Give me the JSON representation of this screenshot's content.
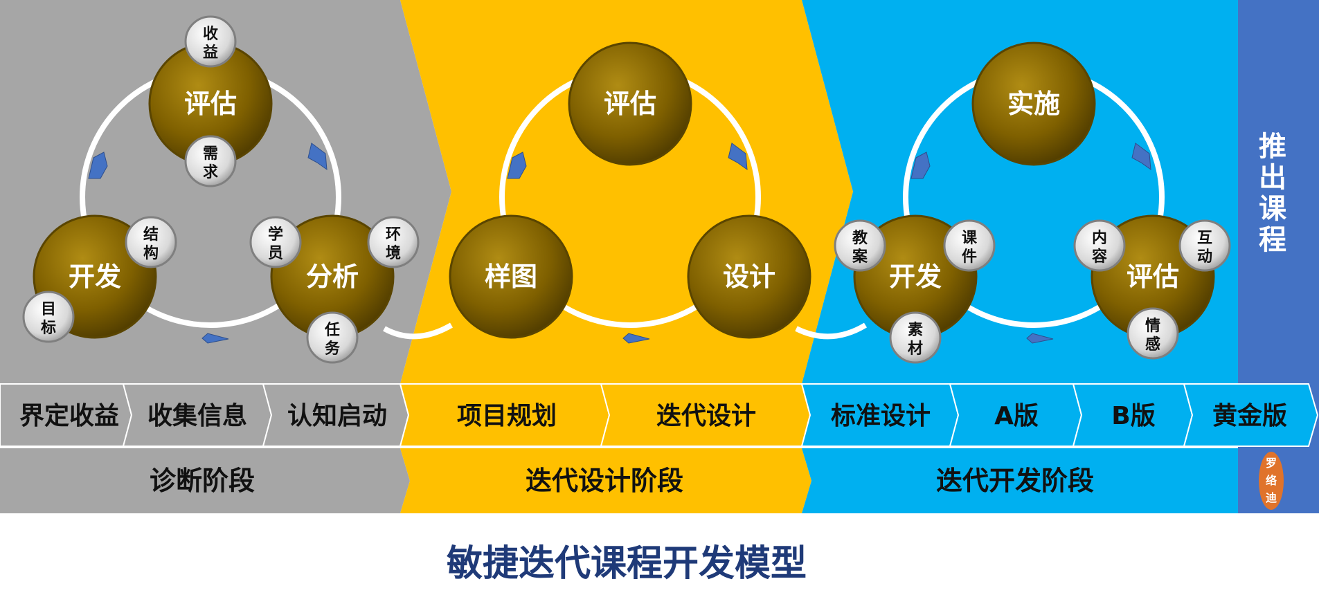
{
  "colors": {
    "gray": "#a6a6a6",
    "yellow": "#ffc000",
    "blue": "#00b0f0",
    "side": "#4472c4",
    "bigCircle": "#7f6000",
    "title": "#1f3a78",
    "arrow": "#4472c4"
  },
  "cycles": {
    "diagnose": {
      "top": "评估",
      "left": "开发",
      "right": "分析",
      "badges": {
        "top_above": [
          "收",
          "益"
        ],
        "top_below": [
          "需",
          "求"
        ],
        "left_tr": [
          "结",
          "构"
        ],
        "left_bl": [
          "目",
          "标"
        ],
        "right_tl": [
          "学",
          "员"
        ],
        "right_tr": [
          "环",
          "境"
        ],
        "right_b": [
          "任",
          "务"
        ]
      }
    },
    "design": {
      "top": "评估",
      "left": "样图",
      "right": "设计"
    },
    "develop": {
      "top": "实施",
      "left": "开发",
      "right": "评估",
      "badges": {
        "left_tl": [
          "教",
          "案"
        ],
        "left_tr": [
          "课",
          "件"
        ],
        "left_b": [
          "素",
          "材"
        ],
        "right_tl": [
          "内",
          "容"
        ],
        "right_tr": [
          "互",
          "动"
        ],
        "right_b": [
          "情",
          "感"
        ]
      }
    }
  },
  "side_label": "推出课程",
  "seal": [
    "罗",
    "络",
    "迪"
  ],
  "steps": [
    "界定收益",
    "收集信息",
    "认知启动",
    "项目规划",
    "迭代设计",
    "标准设计",
    "A版",
    "B版",
    "黄金版"
  ],
  "phases": [
    "诊断阶段",
    "迭代设计阶段",
    "迭代开发阶段"
  ],
  "title": "敏捷迭代课程开发模型"
}
